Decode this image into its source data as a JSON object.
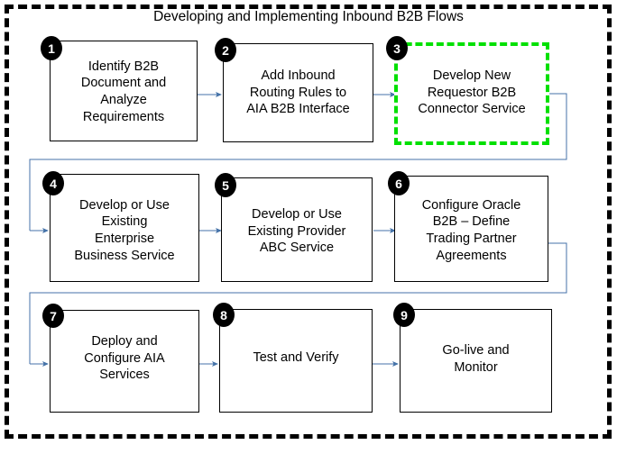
{
  "diagram": {
    "title": "Developing and Implementing Inbound  B2B Flows",
    "frame_style": "dashed",
    "frame_color": "#000000",
    "highlight_color": "#00e000",
    "connector_color": "#4472a8",
    "box_border_color": "#000000",
    "badge_color": "#000000",
    "badge_text_color": "#ffffff"
  },
  "steps": [
    {
      "number": "1",
      "label": "Identify B2B Document and Analyze Requirements",
      "line1": "Identify B2B",
      "line2": "Document and",
      "line3": "Analyze",
      "line4": "Requirements",
      "highlighted": false
    },
    {
      "number": "2",
      "label": "Add Inbound Routing Rules to AIA B2B Interface",
      "line1": "Add Inbound",
      "line2": "Routing Rules to",
      "line3": "AIA B2B Interface",
      "highlighted": false
    },
    {
      "number": "3",
      "label": "Develop New Requestor B2B Connector Service",
      "line1": "Develop New",
      "line2": "Requestor B2B",
      "line3": "Connector Service",
      "highlighted": true
    },
    {
      "number": "4",
      "label": "Develop or Use Existing Enterprise Business Service",
      "line1": "Develop or Use",
      "line2": "Existing",
      "line3": "Enterprise",
      "line4": "Business Service",
      "highlighted": false
    },
    {
      "number": "5",
      "label": "Develop or Use Existing Provider ABC Service",
      "line1": "Develop or Use",
      "line2": "Existing Provider",
      "line3": "ABC Service",
      "highlighted": false
    },
    {
      "number": "6",
      "label": "Configure Oracle B2B – Define Trading Partner Agreements",
      "line1": "Configure Oracle",
      "line2": "B2B – Define",
      "line3": "Trading Partner",
      "line4": "Agreements",
      "highlighted": false
    },
    {
      "number": "7",
      "label": "Deploy and Configure AIA Services",
      "line1": "Deploy and",
      "line2": "Configure AIA",
      "line3": "Services",
      "highlighted": false
    },
    {
      "number": "8",
      "label": "Test and Verify",
      "line1": "Test and Verify",
      "highlighted": false
    },
    {
      "number": "9",
      "label": "Go-live and Monitor",
      "line1": "Go-live and",
      "line2": "Monitor",
      "highlighted": false
    }
  ]
}
